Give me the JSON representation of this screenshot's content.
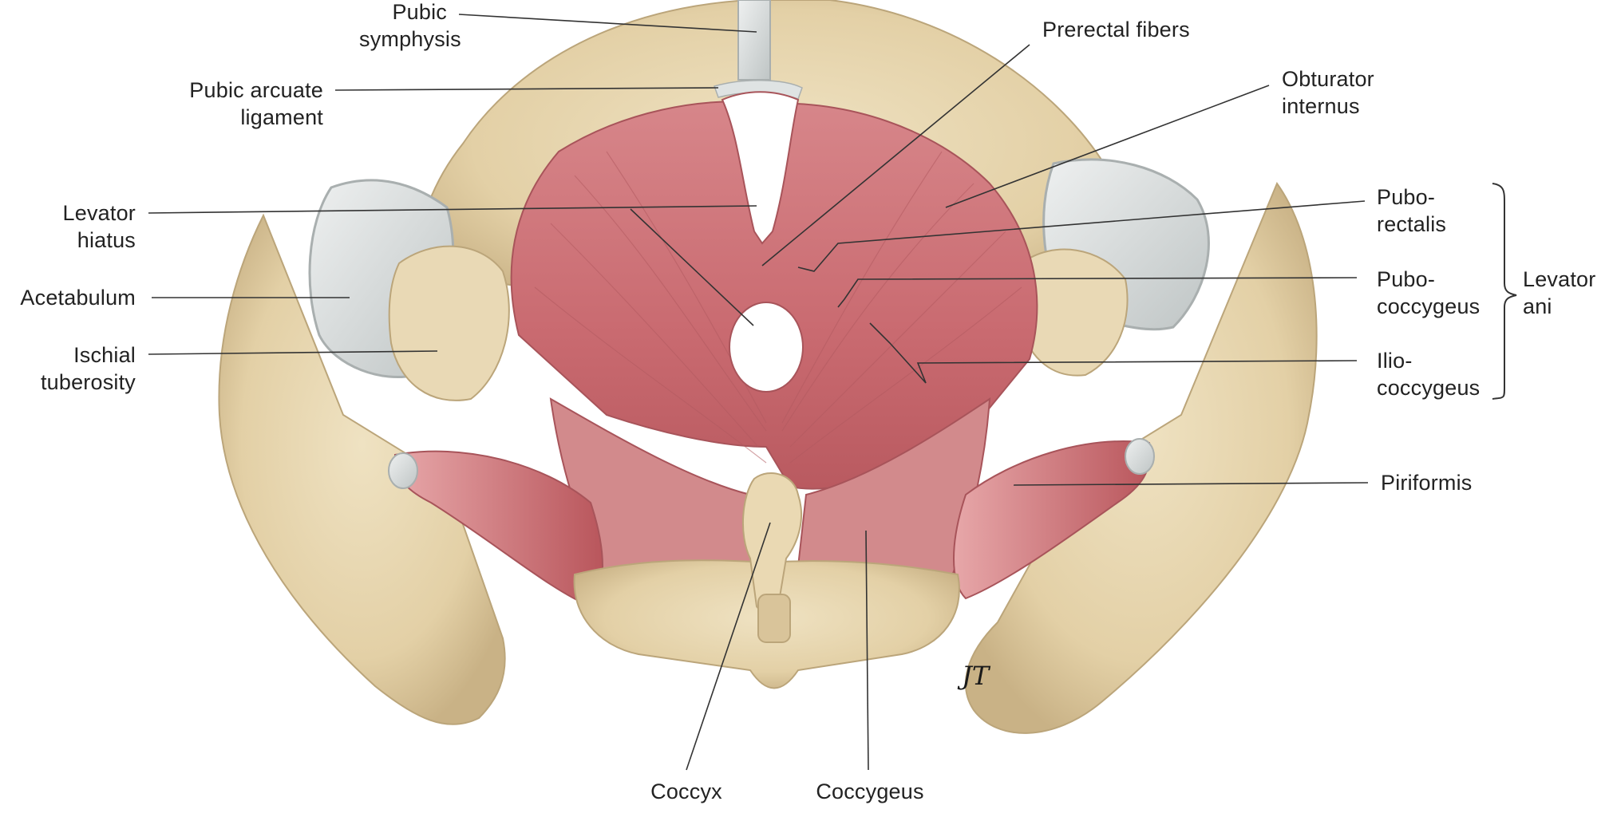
{
  "labels": {
    "pubic_symphysis": [
      "Pubic",
      "symphysis"
    ],
    "pubic_arcuate_ligament": [
      "Pubic arcuate",
      "ligament"
    ],
    "levator_hiatus": [
      "Levator",
      "hiatus"
    ],
    "acetabulum": "Acetabulum",
    "ischial_tuberosity": [
      "Ischial",
      "tuberosity"
    ],
    "prerectal_fibers": "Prerectal fibers",
    "obturator_internus": [
      "Obturator",
      "internus"
    ],
    "puborectalis": [
      "Pubo-",
      "rectalis"
    ],
    "pubococcygeus": [
      "Pubo-",
      "coccygeus"
    ],
    "iliococcygeus": [
      "Ilio-",
      "coccygeus"
    ],
    "levator_ani": [
      "Levator",
      "ani"
    ],
    "piriformis": "Piriformis",
    "coccyx": "Coccyx",
    "coccygeus": "Coccygeus"
  },
  "artist_signature": "JT",
  "colors": {
    "bone": "#e7d6b0",
    "bone_shadow": "#c9b48a",
    "muscle": "#c9676c",
    "muscle_light": "#e2a0a0",
    "cartilage": "#d8dcdc",
    "leader_line": "#333333"
  }
}
